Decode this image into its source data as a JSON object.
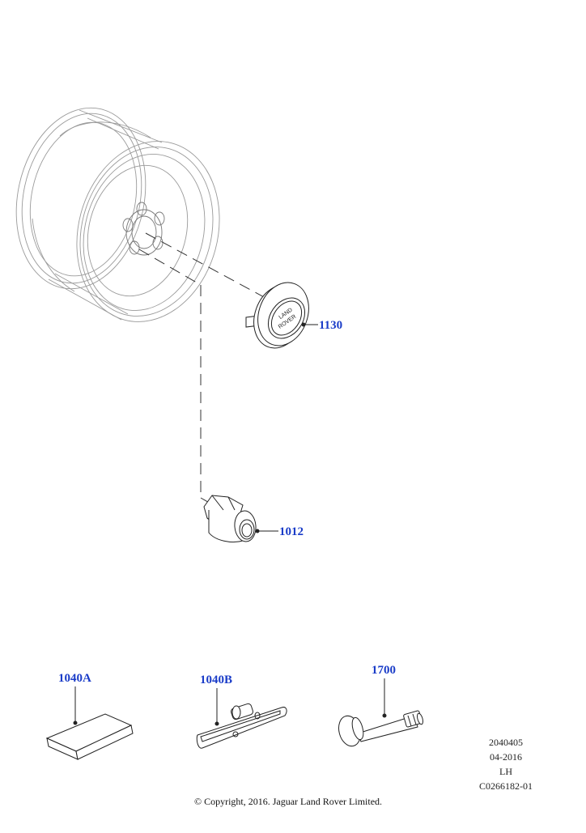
{
  "callouts": {
    "hub_cap": "1130",
    "wheel_nut": "1012",
    "weight_a": "1040A",
    "weight_b": "1040B",
    "valve": "1700"
  },
  "logo": {
    "line1": "LAND",
    "line2": "ROVER"
  },
  "info": {
    "code": "2040405",
    "date": "04-2016",
    "side": "LH",
    "illustration_id": "C0266182-01"
  },
  "copyright": "© Copyright, 2016. Jaguar Land Rover Limited.",
  "colors": {
    "callout": "#1a3cc8",
    "line": "#333333",
    "faint": "#9a9a9a"
  }
}
